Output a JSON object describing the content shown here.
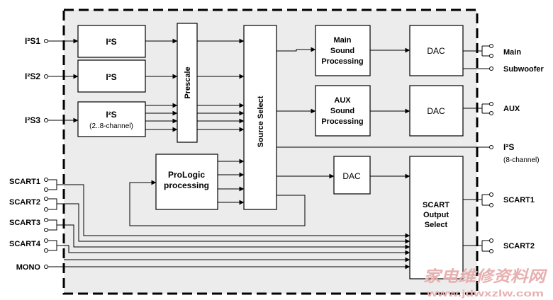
{
  "inputs": {
    "i2s1": "I²S1",
    "i2s2": "I²S2",
    "i2s3": "I²S3",
    "scart1": "SCART1",
    "scart2": "SCART2",
    "scart3": "SCART3",
    "scart4": "SCART4",
    "mono": "MONO"
  },
  "blocks": {
    "i2s_a": "I²S",
    "i2s_b": "I²S",
    "i2s_c": "I²S",
    "i2s_c_sub": "(2..8-channel)",
    "prescale": "Prescale",
    "source_select": "Source Select",
    "prologic_1": "ProLogic",
    "prologic_2": "processing",
    "main_1": "Main",
    "main_2": "Sound",
    "main_3": "Processing",
    "aux_1": "AUX",
    "aux_2": "Sound",
    "aux_3": "Processing",
    "dac_1": "DAC",
    "dac_2": "DAC",
    "dac_3": "DAC",
    "scart_out_1": "SCART",
    "scart_out_2": "Output",
    "scart_out_3": "Select"
  },
  "outputs": {
    "main": "Main",
    "subwoofer": "Subwoofer",
    "aux": "AUX",
    "i2s": "I²S",
    "i2s_sub": "(8-channel)",
    "scart1": "SCART1",
    "scart2": "SCART2"
  },
  "watermark": {
    "chinese": "家电维修资料网",
    "url": "www.jdwxzlw.com"
  },
  "colors": {
    "chip_background": "#ececec",
    "block_fill": "#ffffff",
    "line": "#000000",
    "watermark": "#e7b0b0"
  }
}
